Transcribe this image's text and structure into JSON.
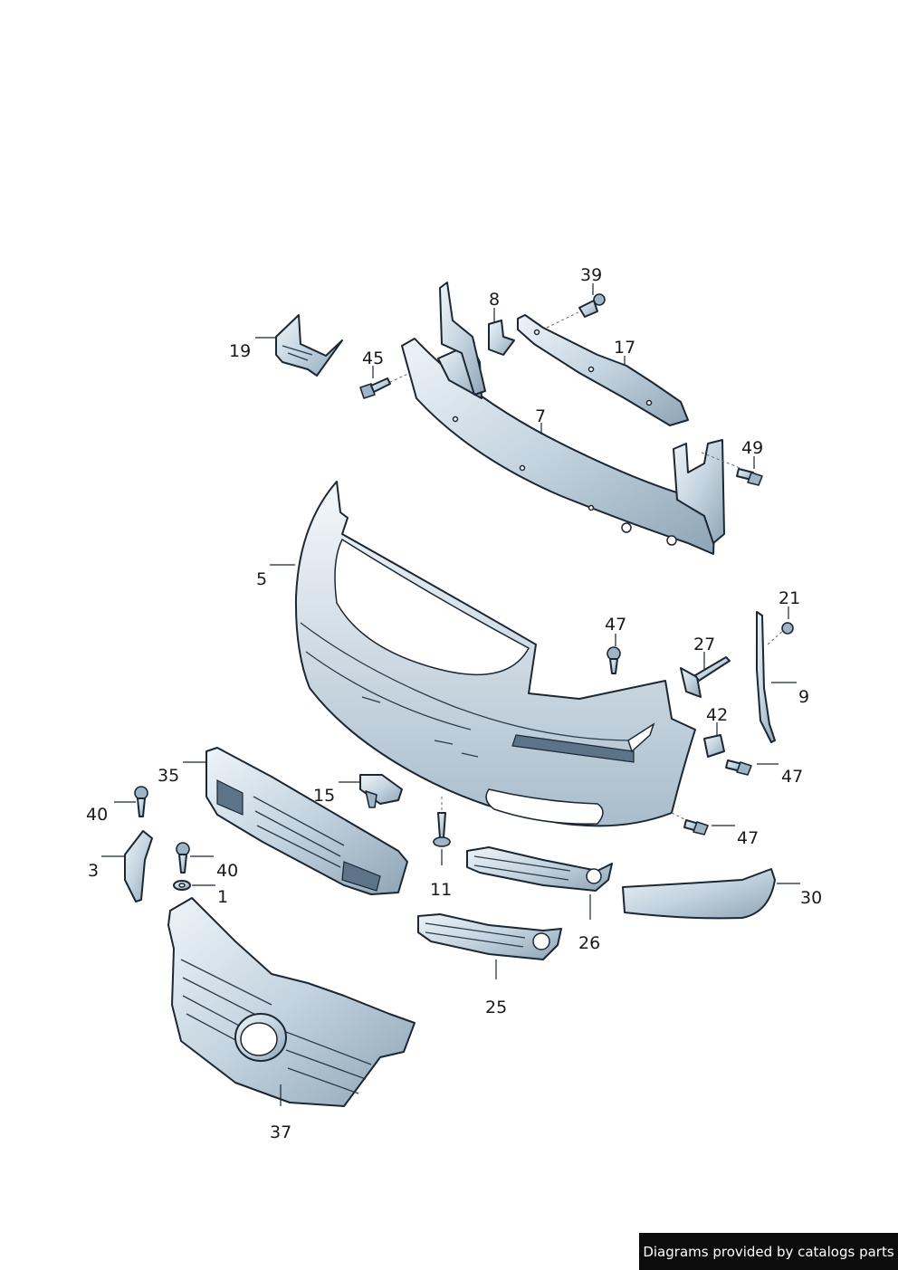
{
  "footer": {
    "text": "Diagrams provided by catalogs parts"
  },
  "colors": {
    "part_light": "#e8eff4",
    "part_mid": "#b9cad7",
    "part_dark": "#8ea5b6",
    "outline": "#1b2733"
  },
  "labels": {
    "p1": "1",
    "p3": "3",
    "p5": "5",
    "p7": "7",
    "p8": "8",
    "p9": "9",
    "p11": "11",
    "p15": "15",
    "p17": "17",
    "p19": "19",
    "p21": "21",
    "p25": "25",
    "p26": "26",
    "p27": "27",
    "p30": "30",
    "p35": "35",
    "p37": "37",
    "p39": "39",
    "p40a": "40",
    "p40b": "40",
    "p42": "42",
    "p45": "45",
    "p47a": "47",
    "p47b": "47",
    "p47c": "47",
    "p49": "49"
  }
}
